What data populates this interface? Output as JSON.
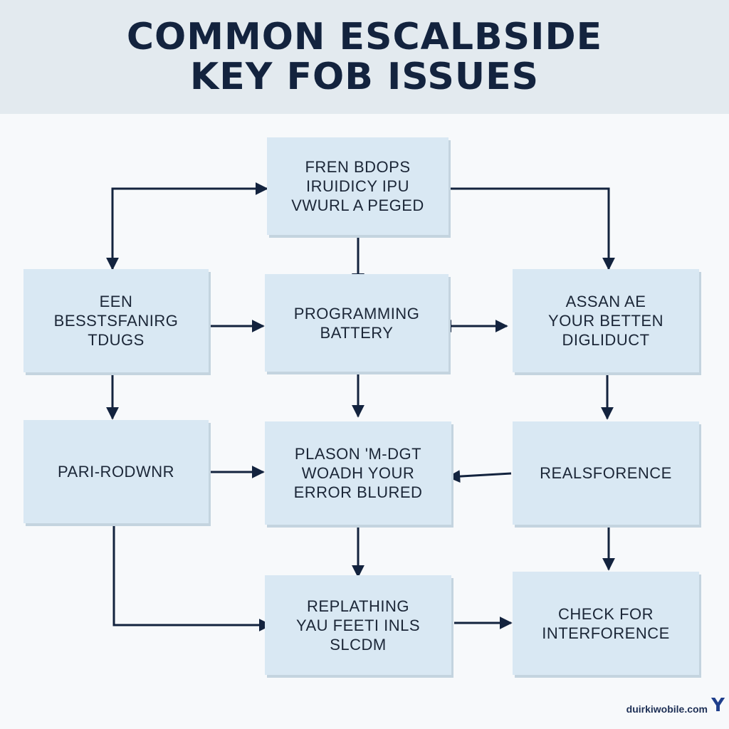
{
  "header": {
    "title_line1": "COMMON ESCALBSIDE",
    "title_line2": "KEY FOB ISSUES"
  },
  "boxes": {
    "top": {
      "lines": [
        "FREN BDOPS",
        "IRUIDICY IPU",
        "VWURL A PEGED"
      ]
    },
    "left1": {
      "lines": [
        "EEN",
        "BESSTSFANIRG",
        "TDUGS"
      ]
    },
    "programming": {
      "lines": [
        "PROGRAMMING",
        "BATTERY"
      ]
    },
    "right1": {
      "lines": [
        "ASSAN AE",
        "YOUR BETTEN",
        "DIGLIDUCT"
      ]
    },
    "left2": {
      "lines": [
        "PARI-RODWNR"
      ]
    },
    "center2": {
      "lines": [
        "PLASON 'M-DGT",
        "WOADH YOUR",
        "ERROR BLURED"
      ]
    },
    "right2": {
      "lines": [
        "REALSFORENCE"
      ]
    },
    "center3": {
      "lines": [
        "REPLATHING",
        "YAU FEETI INLS",
        "SLCDM"
      ]
    },
    "interference": {
      "lines": [
        "CHECK FOR",
        "INTERFORENCE"
      ]
    }
  },
  "watermark": {
    "text": "duirkiwobile.com",
    "logo": "Y"
  },
  "colors": {
    "header_bg": "#e3eaef",
    "box_fill": "#d9e8f3",
    "text": "#1b2637",
    "arrow": "#13233e"
  }
}
